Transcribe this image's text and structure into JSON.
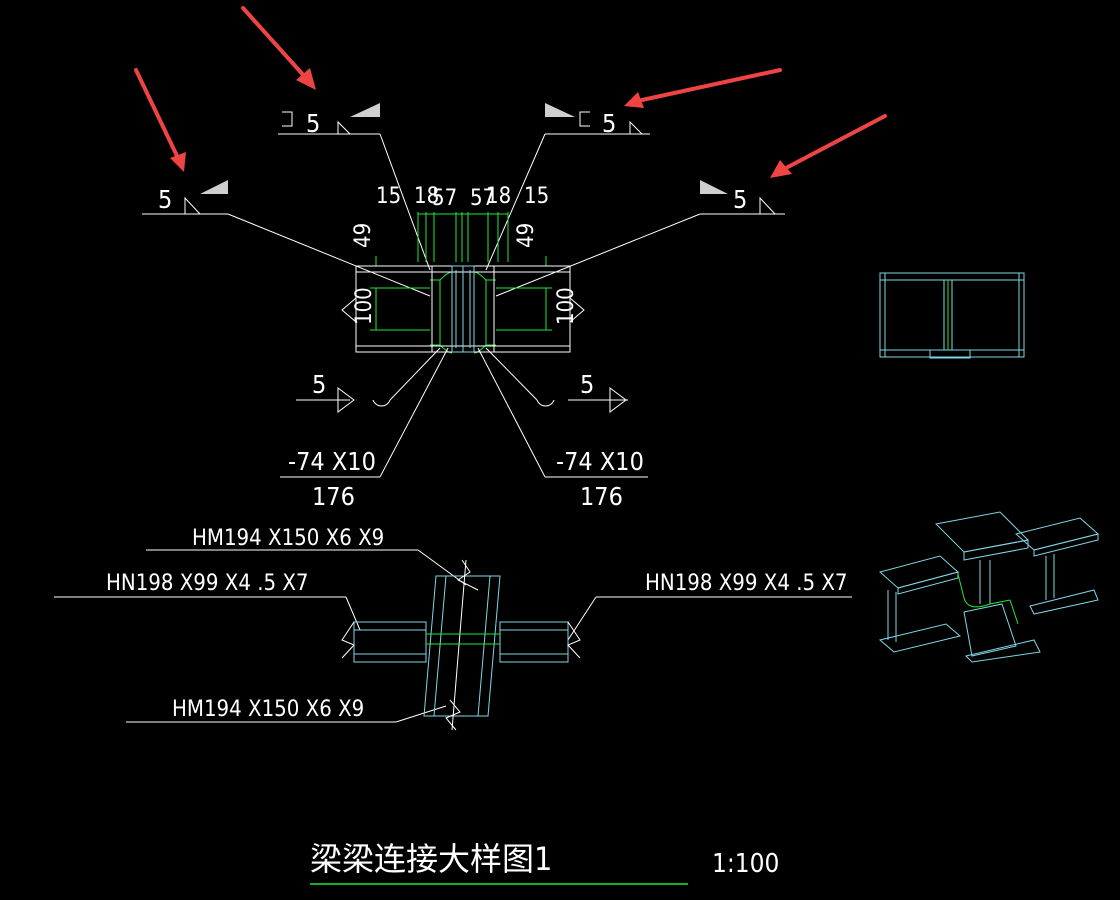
{
  "drawing": {
    "title": "梁梁连接大样图1",
    "scale": "1:100"
  },
  "weld_symbols": [
    "5",
    "5",
    "5",
    "5",
    "5",
    "5"
  ],
  "dimensions": {
    "top": [
      "15",
      "18",
      "57",
      "57",
      "18",
      "15"
    ],
    "left_vertical": "49",
    "right_vertical": "49",
    "left_height": "100",
    "right_height": "100"
  },
  "plates": {
    "left_plate": "-74 X10",
    "left_length": "176",
    "right_plate": "-74 X10",
    "right_length": "176"
  },
  "members": {
    "top_main": "HM194 X150 X6 X9",
    "left_secondary": "HN198 X99 X4 .5 X7",
    "right_secondary": "HN198 X99 X4 .5 X7",
    "bottom_main": "HM194 X150 X6 X9"
  },
  "colors": {
    "background": "#000000",
    "line": "#ffffff",
    "dimension": "#22e63c",
    "steel": "#7fd6e6",
    "callout_arrow": "#ef4444"
  }
}
